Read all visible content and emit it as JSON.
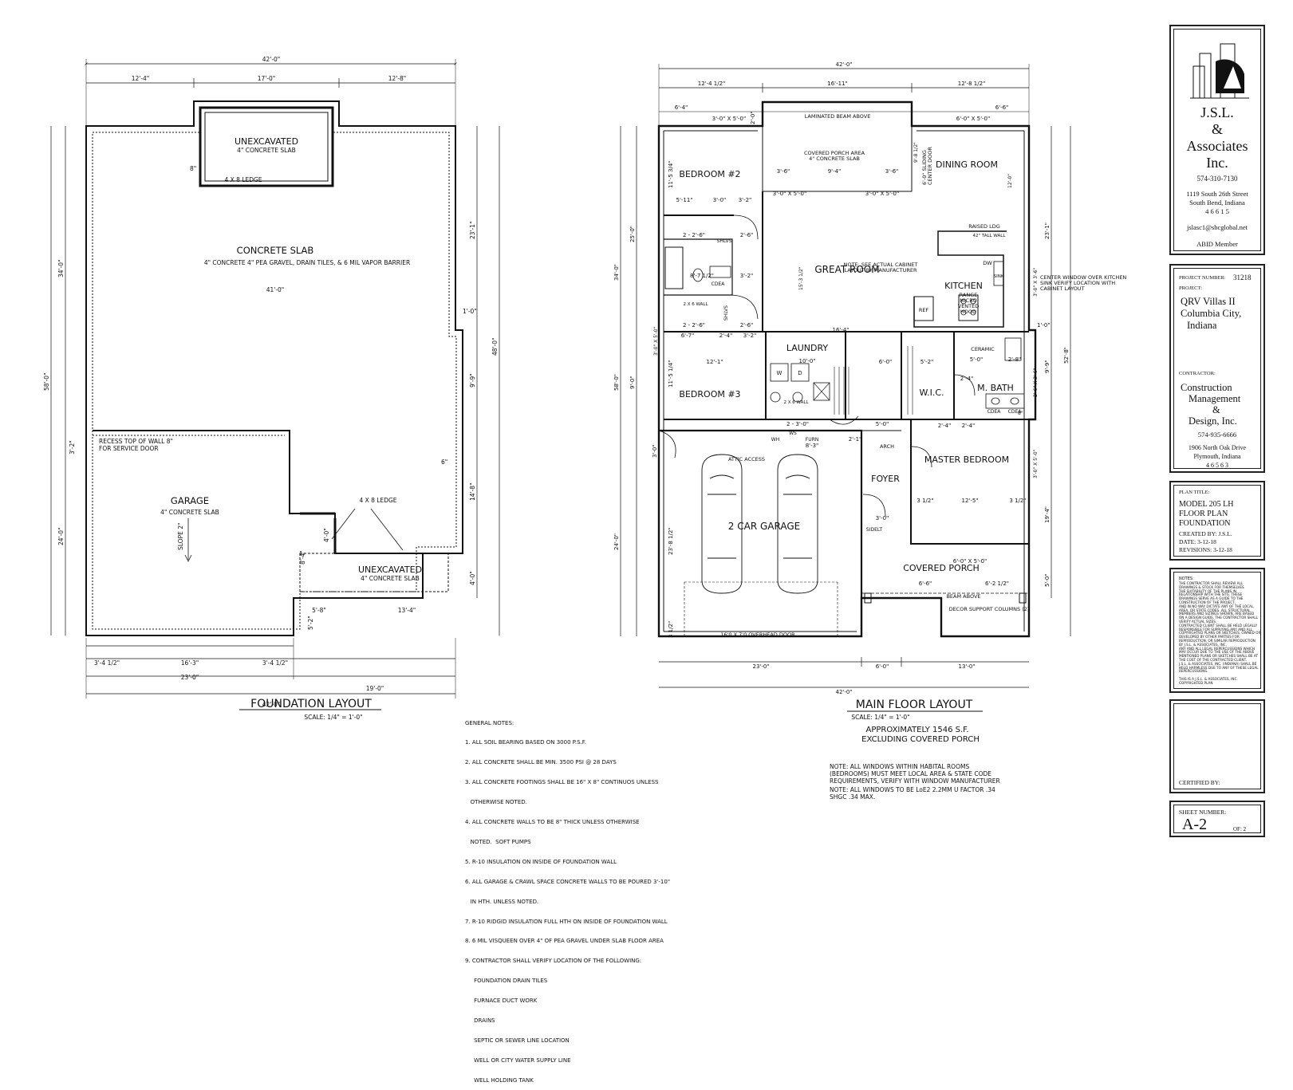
{
  "foundation": {
    "title": "FOUNDATION LAYOUT",
    "scale": "SCALE: 1/4\" = 1'-0\"",
    "rooms": {
      "unexcavated_top": "UNEXCAVATED",
      "unexcavated_top_sub": "4\" CONCRETE SLAB",
      "ledge_top": "4 X 8 LEDGE",
      "concrete_slab": "CONCRETE SLAB",
      "concrete_slab_sub": "4\" CONCRETE  4\" PEA GRAVEL, DRAIN TILES, & 6 MIL VAPOR BARRIER",
      "inner_41": "41'-0\"",
      "recess": "RECESS TOP OF WALL 8\"",
      "recess2": "FOR SERVICE DOOR",
      "garage": "GARAGE",
      "garage_sub": "4\" CONCRETE SLAB",
      "slope": "SLOPE 2\"",
      "ledge_bottom": "4 X 8 LEDGE",
      "unexcavated_bottom": "UNEXCAVATED",
      "unexcavated_bottom_sub": "4\" CONCRETE SLAB"
    },
    "dims": {
      "top_overall": "42'-0\"",
      "top_a": "12'-4\"",
      "top_b": "17'-0\"",
      "top_c": "12'-8\"",
      "left_34": "34'-0\"",
      "left_58": "58'-0\"",
      "left_24": "24'-0\"",
      "left_3_2": "3'-2\"",
      "right_23_1": "23'-1\"",
      "right_48": "48'-0\"",
      "right_9_9": "9'-9\"",
      "right_14_8": "14'-8\"",
      "right_4": "4'-0\"",
      "right_1": "1'-0\"",
      "bot_a": "3'-4 1/2\"",
      "bot_b": "16'-3\"",
      "bot_c": "3'-4 1/2\"",
      "bot_23": "23'-0\"",
      "bot_19": "19'-0\"",
      "bot_overall": "42'-0\"",
      "mid_5_8": "5'-8\"",
      "mid_13_4": "13'-4\"",
      "mid_8_4": "8'-4\"",
      "mid_4_0": "4'-0\"",
      "mid_5_2": "5'-2\"",
      "eight": "8\"",
      "six": "6\""
    }
  },
  "general_notes": {
    "heading": "GENERAL NOTES:",
    "lines": [
      "1. ALL SOIL BEARING BASED ON 3000 P.S.F.",
      "2. ALL CONCRETE SHALL BE MIN. 3500 PSI @ 28 DAYS",
      "3. ALL CONCRETE FOOTINGS SHALL BE 16\" X 8\" CONTINUOS UNLESS",
      "   OTHERWISE NOTED.",
      "4. ALL CONCRETE WALLS TO BE 8\" THICK UNLESS OTHERWISE",
      "   NOTED.  SOFT PUMPS",
      "5. R-10 INSULATION ON INSIDE OF FOUNDATION WALL",
      "6. ALL GARAGE & CRAWL SPACE CONCRETE WALLS TO BE POURED 3'-10\"",
      "   IN HTH. UNLESS NOTED.",
      "7. R-10 RIDGID INSULATION FULL HTH ON INSIDE OF FOUNDATION WALL",
      "8. 6 MIL VISQUEEN OVER 4\" OF PEA GRAVEL UNDER SLAB FLOOR AREA",
      "9. CONTRACTOR SHALL VERIFY LOCATION OF THE FOLLOWING:",
      "     FOUNDATION DRAIN TILES",
      "     FURNACE DUCT WORK",
      "     DRAINS",
      "     SEPTIC OR SEWER LINE LOCATION",
      "     WELL OR CITY WATER SUPPLY LINE",
      "     WELL HOLDING TANK"
    ]
  },
  "main_floor": {
    "title": "MAIN FLOOR LAYOUT",
    "scale": "SCALE: 1/4\" = 1'-0\"",
    "area": "APPROXIMATELY 1546 S.F.",
    "area2": "EXCLUDING COVERED PORCH",
    "note1": "NOTE: ALL WINDOWS WITHIN HABITAL ROOMS",
    "note2": "(BEDROOMS) MUST MEET LOCAL AREA & STATE CODE",
    "note3": "REQUIREMENTS, VERIFY WITH WINDOW MANUFACTURER",
    "note4": "NOTE: ALL WINDOWS TO BE  LoE2 2.2MM U FACTOR .34",
    "note5": "SHGC .34 MAX.",
    "rooms": {
      "bedroom2": "BEDROOM #2",
      "bedroom3": "BEDROOM #3",
      "great_room": "GREAT ROOM",
      "dining_room": "DINING ROOM",
      "kitchen": "KITCHEN",
      "laundry": "LAUNDRY",
      "wic": "W.I.C.",
      "mbath": "M. BATH",
      "master_bedroom": "MASTER BEDROOM",
      "foyer": "FOYER",
      "garage": "2 CAR GARAGE",
      "covered_porch": "COVERED PORCH",
      "laminated_beam": "LAMINATED BEAM ABOVE",
      "covered_porch_area": "COVERED PORCH AREA",
      "covered_porch_area_sub": "4\" CONCRETE SLAB",
      "sliding_door": "6'-0\" SLIDING",
      "sliding_door2": "CENTER DOOR",
      "raised_ldg": "RAISED LDG",
      "tall_wall": "42\" TALL WALL",
      "cabinet_note": "NOTE: SEE ACTUAL CABINET",
      "cabinet_note2": "LAYOUT BY MANUFACTURER",
      "range": "RANGE",
      "micro": "MICRO",
      "vented": "VENTED",
      "hood": "HOOD",
      "ref": "REF",
      "dw": "DW",
      "sink": "SINK",
      "window_note": "CENTER WINDOW OVER KITCHEN",
      "window_note2": "SINK VERIFY LOCATION WITH",
      "window_note3": "CABINET LAYOUT",
      "ceramic": "CERAMIC",
      "attic": "ATTIC ACCESS",
      "arch": "ARCH",
      "overhead_door": "16'0 X 7'0 OVERHEAD DOOR",
      "beam_above": "BEAM ABOVE",
      "decor_columns": "DECOR SUPPORT COLUMNS (2)",
      "shlvs": "SHLVS",
      "shlvs2": "SHLVS",
      "cdea": "CDEA",
      "cdea2": "CDEA",
      "cdea3": "CDEA",
      "wh": "WH",
      "ws": "WS",
      "furn": "FURN",
      "sidelt": "SIDELT",
      "washer": "W",
      "dryer": "D"
    },
    "dims": {
      "top_overall": "42'-0\"",
      "top_a": "12'-4 1/2\"",
      "top_b": "16'-11\"",
      "top_c": "12'-8 1/2\"",
      "win_a": "6'-4\"",
      "win_b": "3'-0\" X 5'-0\"",
      "win_c": "2'-0\"",
      "win_d": "6'-0\" X 5'-0\"",
      "win_e": "6'-6\"",
      "d_3_6": "3'-6\"",
      "d_9_4": "9'-4\"",
      "d_3_6b": "3'-6\"",
      "d_3x5a": "3'-0\" X 5'-0\"",
      "d_3x5b": "3'-0\" X 5'-0\"",
      "d_5_11": "5'-11\"",
      "d_3_0": "3'-0\"",
      "d_3_2": "3'-2\"",
      "d_2_2_6": "2 - 2'-6\"",
      "d_2_6": "2'-6\"",
      "d_8_7": "8'-7 1/2\"",
      "d_3_2b": "3'-2\"",
      "d_2x6": "2 X 6 WALL",
      "d_2_2_6b": "2 - 2'-6\"",
      "d_2_6b": "2'-6\"",
      "d_6_7": "6'-7\"",
      "d_2_4": "2'-4\"",
      "d_3_2c": "3'-2\"",
      "d_16_4": "16'-4\"",
      "d_12_1": "12'-1\"",
      "d_10_0": "10'-0\"",
      "d_6_0": "6'-0\"",
      "d_5_2": "5'-2\"",
      "d_5_0": "5'-0\"",
      "d_2_8": "2'-8\"",
      "d_2_4b": "2'-4\"",
      "d_2_4c": "2'-4\"",
      "d_2_4d": "2'-4\"",
      "d_2_3_0": "2 - 3'-0\"",
      "d_2x6b": "2 X 6 WALL",
      "d_5_0b": "5'-0\"",
      "d_2_1": "2'-1\"",
      "d_8_3": "8'-3\"",
      "d_3_12": "3 1/2\"",
      "d_12_5": "12'-5\"",
      "d_3_12b": "3 1/2\"",
      "d_6x5": "6'-0\" X 5'-0\"",
      "d_6_6": "6'-6\"",
      "d_6_2": "6'-2 1/2\"",
      "d_3_0b": "3'-0\"",
      "bot_23": "23'-0\"",
      "bot_6": "6'-0\"",
      "bot_13": "13'-0\"",
      "bot_overall": "42'-0\"",
      "left_25": "25'-0\"",
      "left_34": "34'-0\"",
      "left_58": "58'-0\"",
      "left_24": "24'-0\"",
      "left_9": "9'-0\"",
      "left_3": "3'-0\"",
      "left_11_5": "11'-5 3/4\"",
      "left_11_5b": "11'-5 1/4\"",
      "left_23_8": "23'-8 1/2\"",
      "left_3_12": "3 1/2\"",
      "right_23_1": "23'-1\"",
      "right_52_8": "52'-8\"",
      "right_9_9": "9'-9\"",
      "right_19_4": "19'-4\"",
      "right_5": "5'-0\"",
      "right_1": "1'-0\"",
      "r_3x6": "3'-0\" X 3'-6\"",
      "r_3x6b": "2'-6\" X 3'-6\"",
      "r_3x5": "3'-0\" X 5'-0\"",
      "r_8": "8\"",
      "r_12": "12'-0\"",
      "r_9_8": "9'-8 1/2\"",
      "r_15_3": "15'-3 1/2\"",
      "r_3x5c": "3'-0\" X 5'-0\""
    }
  },
  "title_block": {
    "company": "J.S.L.",
    "amp": "&",
    "company2": "Associates",
    "company3": "Inc.",
    "phone": "574-310-7130",
    "addr1": "1119 South 26th Street",
    "addr2": "South Bend, Indiana",
    "addr3": "4 6 6 1 5",
    "email": "jslasc1@sbcglobal.net",
    "member": "ABID Member",
    "project_number_label": "PROJECT NUMBER:",
    "project_number": "31218",
    "project_label": "PROJECT:",
    "project1": "QRV Villas II",
    "project2": "Columbia City,",
    "project3": "Indiana",
    "contractor_label": "CONTRACTOR:",
    "contractor1": "Construction",
    "contractor2": "Management",
    "contractor3": "&",
    "contractor4": "Design, Inc.",
    "contractor_phone": "574-935-6666",
    "contractor_addr1": "1906 North Oak Drive",
    "contractor_addr2": "Plymouth, Indiana",
    "contractor_addr3": "4 6 5 6 3",
    "plan_title_label": "PLAN TITLE:",
    "plan1": "MODEL 205 LH",
    "plan2": "FLOOR PLAN",
    "plan3": "FOUNDATION",
    "created": "CREATED BY: J.S.L.",
    "date": "DATE: 3-12-18",
    "revisions": "REVISIONS: 3-12-18",
    "notes_label": "NOTES:",
    "notes_text": "THE CONTRACTOR SHALL REVIEW ALL\nDRAWINGS & STOCK FOR THEMSELVES\nTHE SUITABILITY OF THE PLANS IN\nRELATIONSHIP WITH THE SITE. THESE\nDRAWINGS SERVE AS A GUIDE TO THE\nCONSTRUCTION OF THE PROJECT,\nAND IN NO WAY DICTATE ANY OF THE LOCAL,\nAREA, OR STATE CODES. ALL STRUCTURAL\nMEMBERS AND SIZINGS SHOWN, ARE BASED\nON A DESIGN GUIDE, THE CONTRACTOR SHALL\nVERIFY ACTUAL SIZES.\nCONTRACTED CLIENT SHALL BE HELD LEGALLY\nRESPONSIBLE FOR SUPPLYING ANY AND ALL\nCOPYRIGHTED PLANS OR SKETCHES, OWNED OR\nDEVELOPED BY OTHER PARTIES FOR\nREPRODUCTION, OR SIMILAR REPRODUCTION\nBY J.S.L. & ASSOCIATES, INC.\nANY AND ALL LEGAL REPERCUSSIONS WHICH\nMAY OCCUR DUE TO THE USE OF THE ABOVE\nMENTIONED PLANS OR SKETCHES SHALL BE AT\nTHE COST OF THE CONTRACTED CLIENT.\nJ.S.L. & ASSOCIATES, INC. (INDIANA) SHALL BE\nHELD HARMLESS DUE TO ANY OF THESE LEGAL\nREPERCUSSIONS.\n\nTHIS IS A J.S.L. & ASSOCIATES, INC.\nCOPYRIGHTED PLAN",
    "certified": "CERTIFIED BY:",
    "sheet_label": "SHEET NUMBER:",
    "sheet": "A-2",
    "of": "OF: 2"
  }
}
